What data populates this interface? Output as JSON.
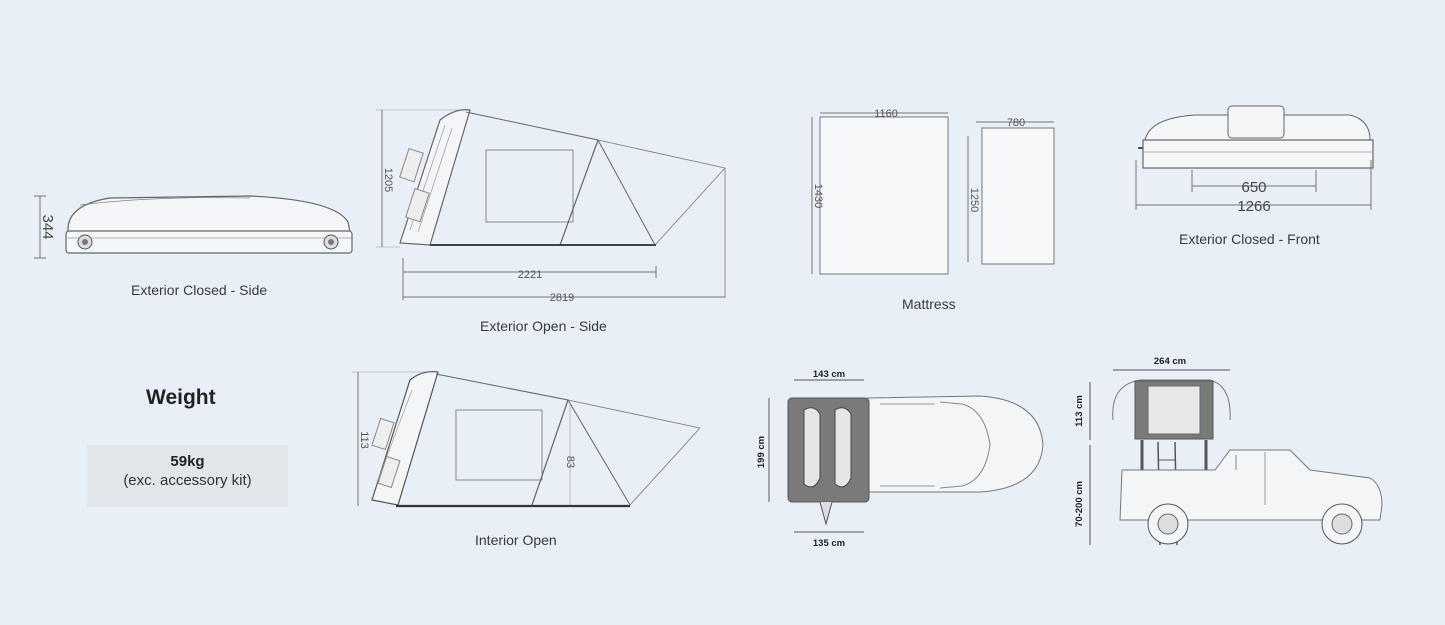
{
  "panels": {
    "closed_side": {
      "caption": "Exterior Closed - Side",
      "height": "344"
    },
    "open_side": {
      "caption": "Exterior Open - Side",
      "height": "1205",
      "length_inner": "2221",
      "length_outer": "2819"
    },
    "mattress": {
      "caption": "Mattress",
      "width_a": "1160",
      "length_a": "1430",
      "width_b": "780",
      "length_b": "1250"
    },
    "closed_front": {
      "caption": "Exterior Closed - Front",
      "inner_width": "650",
      "outer_width": "1266"
    },
    "interior_open": {
      "caption": "Interior Open",
      "height_outer": "113",
      "height_inner": "83"
    },
    "truck_top": {
      "top_width": "143 cm",
      "length": "199 cm",
      "bottom_width": "135 cm"
    },
    "truck_side": {
      "width": "264 cm",
      "tent_height": "113 cm",
      "vehicle_height": "70-200 cm"
    }
  },
  "weight": {
    "title": "Weight",
    "value": "59kg",
    "note": "(exc. accessory kit)"
  },
  "colors": {
    "background": "#e9eff6",
    "line": "#666666",
    "fill_dark": "#7a7a7a"
  }
}
